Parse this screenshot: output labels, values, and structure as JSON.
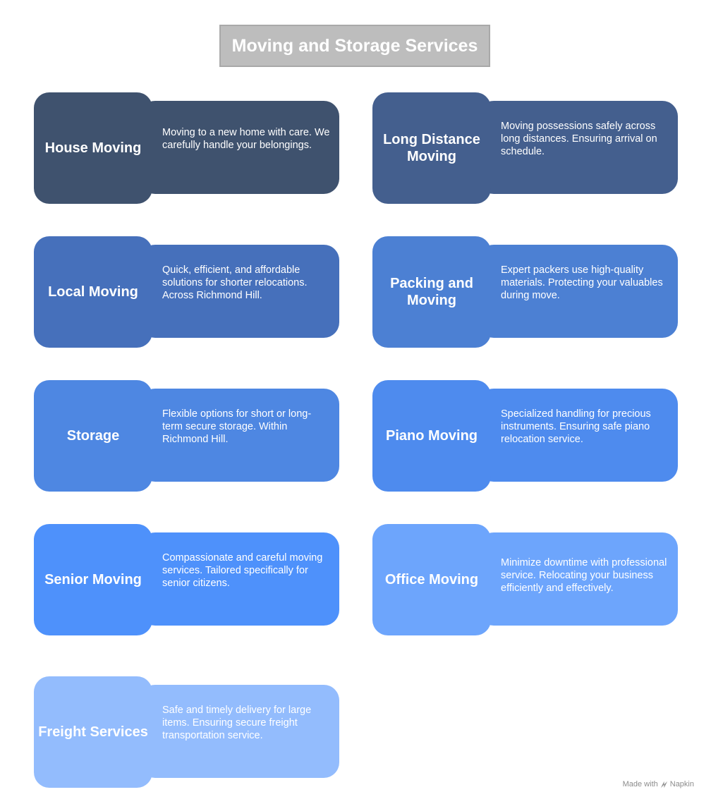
{
  "title": "Moving and Storage Services",
  "cards": [
    {
      "name": "House Moving",
      "desc": "Moving to a new home with care. We carefully handle your belongings.",
      "tab_color": "#3f526e",
      "body_color": "#3f526e"
    },
    {
      "name": "Long Distance Moving",
      "desc": "Moving possessions safely across long distances. Ensuring arrival on schedule.",
      "tab_color": "#445f8e",
      "body_color": "#445f8e"
    },
    {
      "name": "Local Moving",
      "desc": "Quick, efficient, and affordable solutions for shorter relocations. Across Richmond Hill.",
      "tab_color": "#4670bb",
      "body_color": "#4670bb"
    },
    {
      "name": "Packing and Moving",
      "desc": "Expert packers use high-quality materials. Protecting your valuables during move.",
      "tab_color": "#4c80d3",
      "body_color": "#4c80d3"
    },
    {
      "name": "Storage",
      "desc": "Flexible options for short or long-term secure storage. Within Richmond Hill.",
      "tab_color": "#4e87e2",
      "body_color": "#4e87e2"
    },
    {
      "name": "Piano Moving",
      "desc": "Specialized handling for precious instruments. Ensuring safe piano relocation service.",
      "tab_color": "#4e8bee",
      "body_color": "#4e8bee"
    },
    {
      "name": "Senior Moving",
      "desc": "Compassionate and careful moving services. Tailored specifically for senior citizens.",
      "tab_color": "#4e91fb",
      "body_color": "#4e91fb"
    },
    {
      "name": "Office Moving",
      "desc": "Minimize downtime with professional service. Relocating your business efficiently and effectively.",
      "tab_color": "#6da5fc",
      "body_color": "#6da5fc"
    },
    {
      "name": "Freight Services",
      "desc": "Safe and timely delivery for large items. Ensuring secure freight transportation service.",
      "tab_color": "#93bcfd",
      "body_color": "#93bcfd"
    }
  ],
  "watermark": {
    "prefix": "Made with",
    "brand": "Napkin",
    "icon": "napkin-logo-icon"
  }
}
